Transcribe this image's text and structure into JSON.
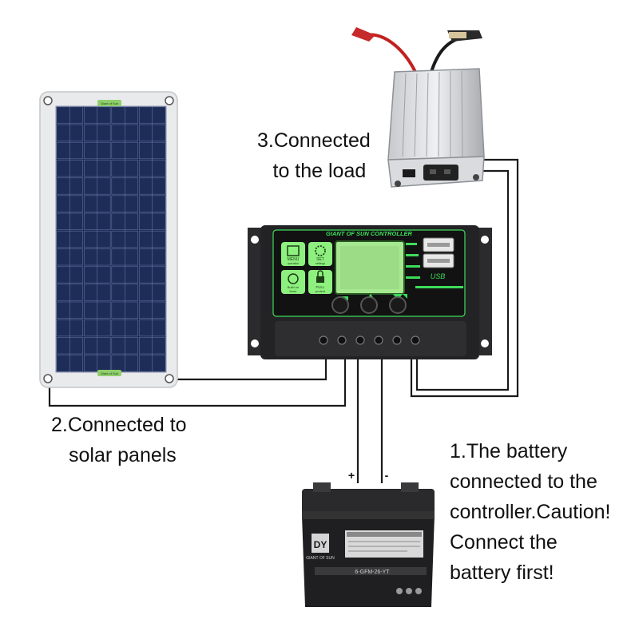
{
  "captions": {
    "load": [
      "3.Connected",
      "to the load"
    ],
    "solar": [
      "2.Connected to",
      "solar panels"
    ],
    "battery": [
      "1.The battery",
      "connected to the",
      "controller.Caution!",
      "Connect the",
      "battery first!"
    ]
  },
  "panel": {
    "top_label": "Giant of Sun",
    "bottom_label": "Giant of Sun"
  },
  "controller": {
    "title": "GIANT OF SUN CONTROLLER",
    "btn_menu": [
      "MENU",
      "operation"
    ],
    "btn_set": [
      "SET",
      "settings"
    ],
    "btn_timer": [
      "Build on",
      "timer"
    ],
    "btn_full": [
      "FULL",
      "protect"
    ],
    "usb_label": "USB"
  },
  "battery": {
    "brand": "DY",
    "brand_sub": "GIANT OF SUN",
    "plus": "+",
    "minus": "-",
    "model": "6-GFM-26-YT"
  },
  "colors": {
    "wire": "#1a1a1a",
    "accent_green": "#3ddc5a",
    "panel_blue": "#1d2b57",
    "caption": "#111111"
  }
}
